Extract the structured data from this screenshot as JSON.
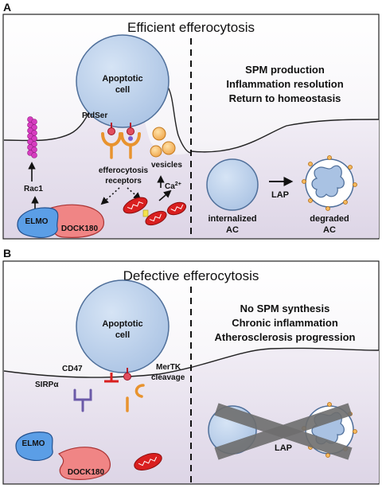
{
  "panel_a": {
    "letter": "A",
    "title": "Efficient efferocytosis",
    "apoptotic_cell": [
      "Apoptotic",
      "cell"
    ],
    "ptdser": "PtdSer",
    "efferocytosis_receptors": [
      "efferocytosis",
      "receptors"
    ],
    "vesicles": "vesicles",
    "rac1": "Rac1",
    "calcium": "Ca",
    "calcium_sup": "2+",
    "elmo": "ELMO",
    "dock180": "DOCK180",
    "outcomes": [
      "SPM production",
      "Inflammation resolution",
      "Return to homeostasis"
    ],
    "internalized": [
      "internalized",
      "AC"
    ],
    "lap": "LAP",
    "degraded": [
      "degraded",
      "AC"
    ]
  },
  "panel_b": {
    "letter": "B",
    "title": "Defective efferocytosis",
    "apoptotic_cell": [
      "Apoptotic",
      "cell"
    ],
    "cd47": "CD47",
    "sirpa": "SIRPα",
    "mertk": [
      "MerTK",
      "cleavage"
    ],
    "elmo": "ELMO",
    "dock180": "DOCK180",
    "outcomes": [
      "No SPM synthesis",
      "Chronic inflammation",
      "Atherosclerosis progression"
    ],
    "lap": "LAP"
  },
  "colors": {
    "cell_blue": "#b9cfea",
    "cell_stroke": "#4f6f9a",
    "elmo_blue": "#5b9ee6",
    "dock_red": "#f08585",
    "mito_red": "#d91f1f",
    "receptor_orange": "#e8932e",
    "vesicle_orange": "#f5b95c",
    "magenta": "#d63cc0",
    "panel_bg": "#ece8f1"
  }
}
